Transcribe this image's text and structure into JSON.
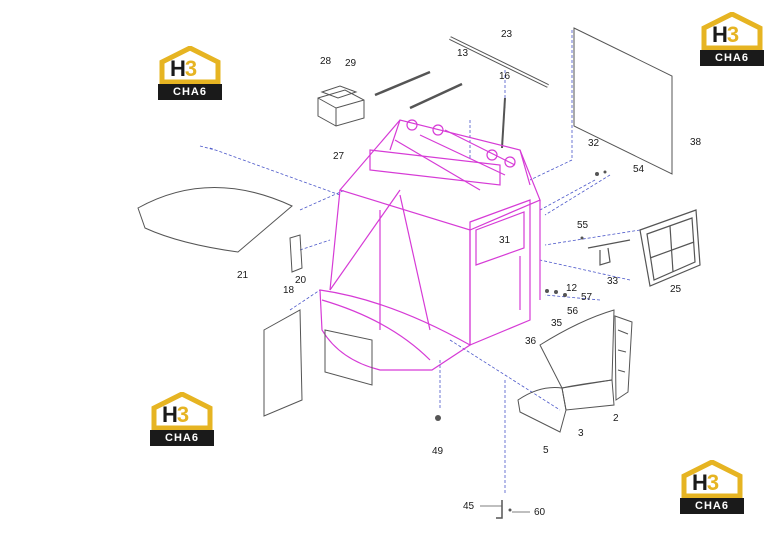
{
  "logo": {
    "text_main": "H",
    "text_accent": "3",
    "caption": "CHA6"
  },
  "colors": {
    "frame": "#d63bd6",
    "outline": "#555555",
    "leader": "#4a56c9",
    "accent": "#e6b422",
    "dark": "#1a1a1a"
  },
  "callouts": {
    "c2": "2",
    "c3": "3",
    "c5": "5",
    "c12": "12",
    "c13": "13",
    "c16": "16",
    "c18": "18",
    "c20": "20",
    "c21": "21",
    "c23": "23",
    "c25": "25",
    "c27": "27",
    "c28": "28",
    "c29": "29",
    "c31": "31",
    "c32": "32",
    "c33": "33",
    "c35": "35",
    "c36": "36",
    "c38": "38",
    "c45": "45",
    "c49": "49",
    "c54": "54",
    "c55": "55",
    "c56": "56",
    "c57": "57",
    "c60": "60"
  }
}
